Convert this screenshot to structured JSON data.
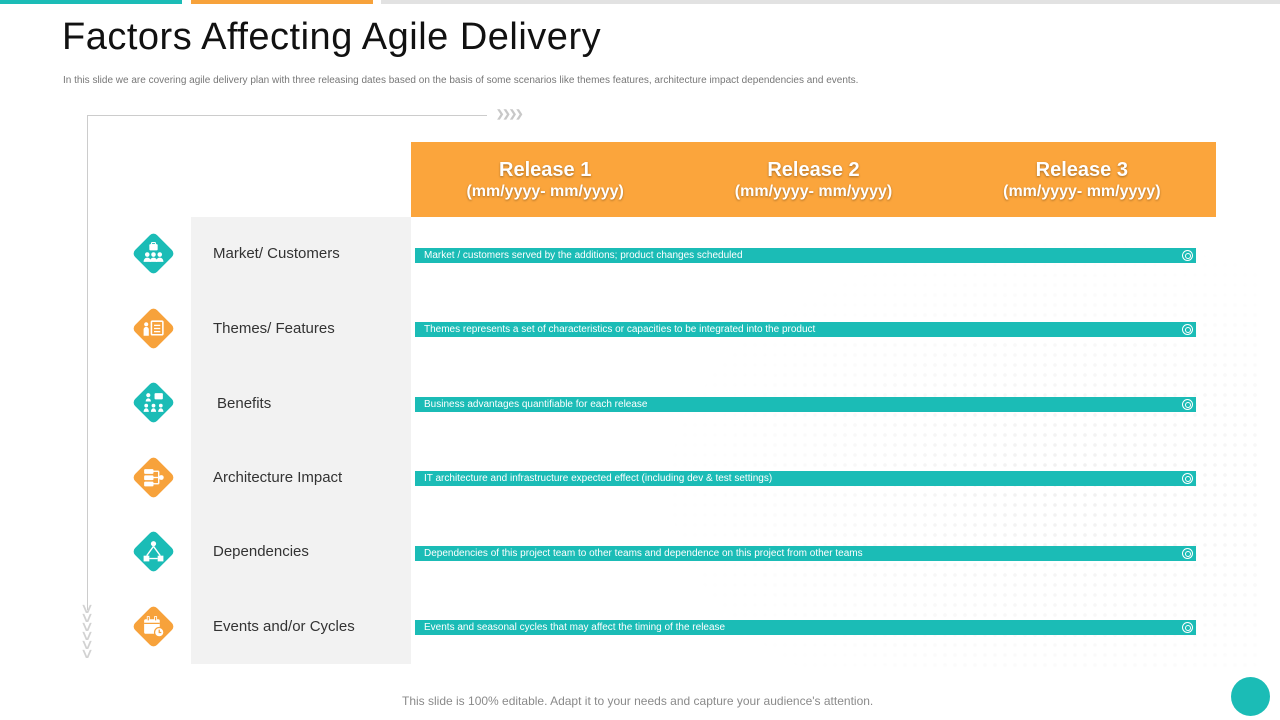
{
  "title": "Factors Affecting Agile Delivery",
  "subtitle": "In this slide we are covering agile delivery plan with three releasing dates based on the basis of some scenarios like themes features, architecture impact dependencies and events.",
  "releases": [
    {
      "name": "Release 1",
      "dates": "(mm/yyyy- mm/yyyy)"
    },
    {
      "name": "Release 2",
      "dates": "(mm/yyyy- mm/yyyy)"
    },
    {
      "name": "Release 3",
      "dates": "(mm/yyyy- mm/yyyy)"
    }
  ],
  "rows": [
    {
      "label": "Market/ Customers",
      "bar": "Market / customers served by the additions; product changes scheduled",
      "icon": "customers-icon",
      "color": "teal"
    },
    {
      "label": "Themes/ Features",
      "bar": "Themes represents a set of characteristics or capacities to be integrated into the product",
      "icon": "presentation-icon",
      "color": "orange"
    },
    {
      "label": "Benefits",
      "bar": "Business advantages quantifiable for each release",
      "icon": "team-benefits-icon",
      "color": "teal"
    },
    {
      "label": "Architecture Impact",
      "bar": "IT architecture and infrastructure expected effect (including dev & test settings)",
      "icon": "server-network-icon",
      "color": "orange"
    },
    {
      "label": "Dependencies",
      "bar": "Dependencies of this project team to other teams and dependence on this project from other teams",
      "icon": "hierarchy-icon",
      "color": "teal"
    },
    {
      "label": "Events and/or Cycles",
      "bar": "Events and seasonal cycles that may affect the timing of the release",
      "icon": "calendar-clock-icon",
      "color": "orange"
    }
  ],
  "footer": "This slide is 100% editable. Adapt it to your needs and capture your audience's attention.",
  "colors": {
    "teal": "#1bbcb6",
    "orange": "#f7a23b",
    "header": "#fba53c"
  }
}
